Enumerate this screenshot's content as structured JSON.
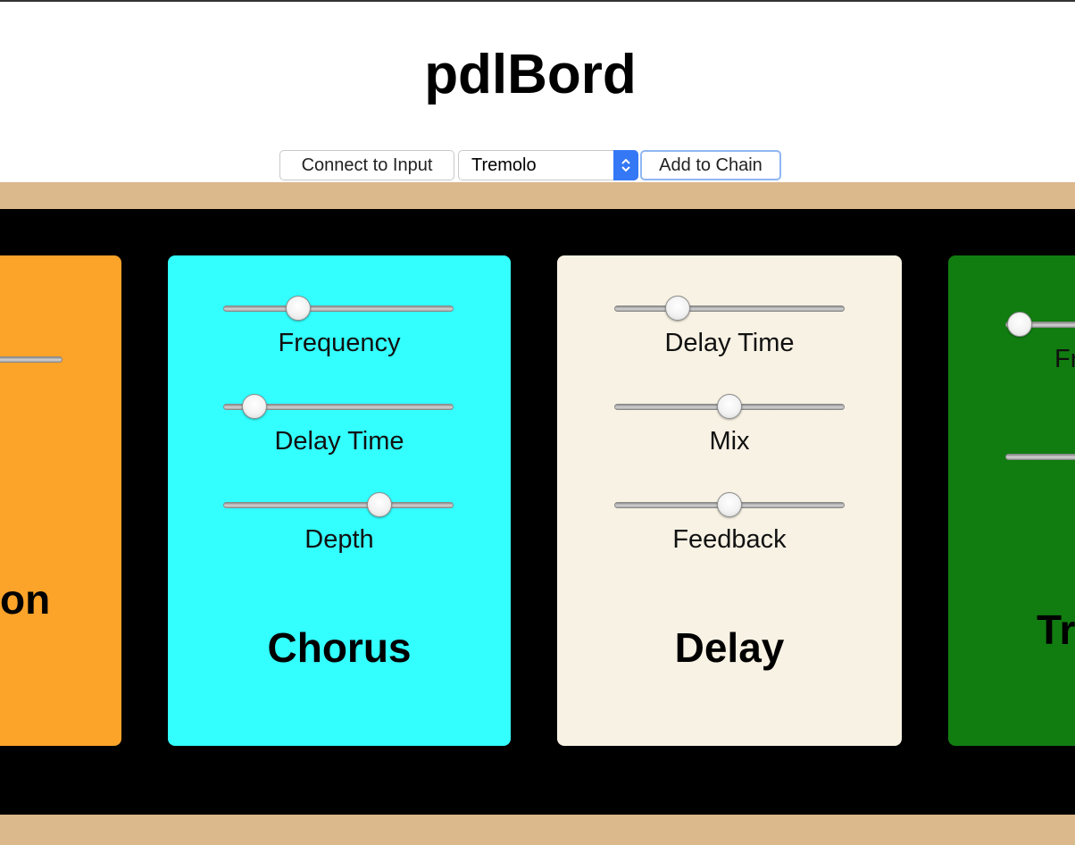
{
  "header": {
    "title": "pdlBord"
  },
  "toolbar": {
    "connect_label": "Connect to Input",
    "effect_select_value": "Tremolo",
    "add_label": "Add to Chain"
  },
  "pedals": [
    {
      "name": "on",
      "color": "#fca32a",
      "controls": [
        {
          "label": ""
        }
      ]
    },
    {
      "name": "Chorus",
      "color": "#33ffff",
      "controls": [
        {
          "label": "Frequency",
          "value": 0.33
        },
        {
          "label": "Delay Time",
          "value": 0.13
        },
        {
          "label": "Depth",
          "value": 0.68
        }
      ]
    },
    {
      "name": "Delay",
      "color": "#f8f2e4",
      "controls": [
        {
          "label": "Delay Time",
          "value": 0.28
        },
        {
          "label": "Mix",
          "value": 0.5
        },
        {
          "label": "Feedback",
          "value": 0.5
        }
      ]
    },
    {
      "name": "Tr",
      "color": "#117d11",
      "controls": [
        {
          "label": "Fr",
          "value": 0.06
        },
        {
          "label": ""
        }
      ]
    }
  ],
  "colors": {
    "tan": "#dcb88d",
    "board": "#000000",
    "select_accent": "#3478f6",
    "focus_ring": "#8fb6f2"
  }
}
